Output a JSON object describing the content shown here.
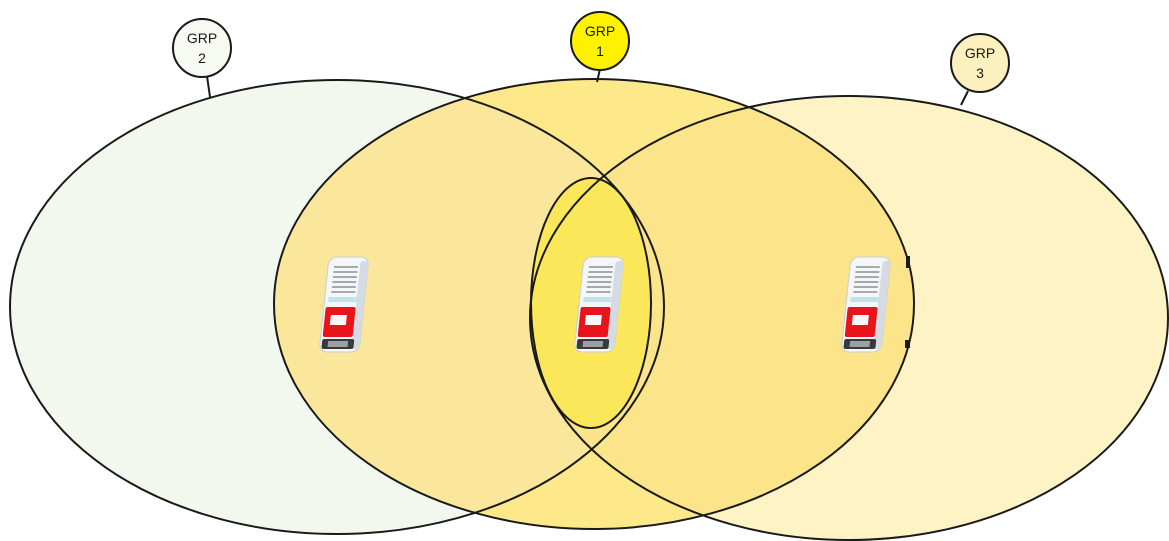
{
  "groups": [
    {
      "id": "grp1",
      "line1": "GRP",
      "line2": "1",
      "color": "#fff200",
      "fill": "#fde98a"
    },
    {
      "id": "grp2",
      "line1": "GRP",
      "line2": "2",
      "color": "#f6faf2",
      "fill": "#f3f8ef"
    },
    {
      "id": "grp3",
      "line1": "GRP",
      "line2": "3",
      "color": "#fdf0bf",
      "fill": "#fdf3c4"
    }
  ],
  "overlap_colors": {
    "grp1_grp2": "#fbe79c",
    "grp1_grp3": "#fbe48a",
    "center": "#fbe85a"
  },
  "devices": [
    {
      "name": "alarm-device-left"
    },
    {
      "name": "alarm-device-center"
    },
    {
      "name": "alarm-device-right"
    }
  ]
}
